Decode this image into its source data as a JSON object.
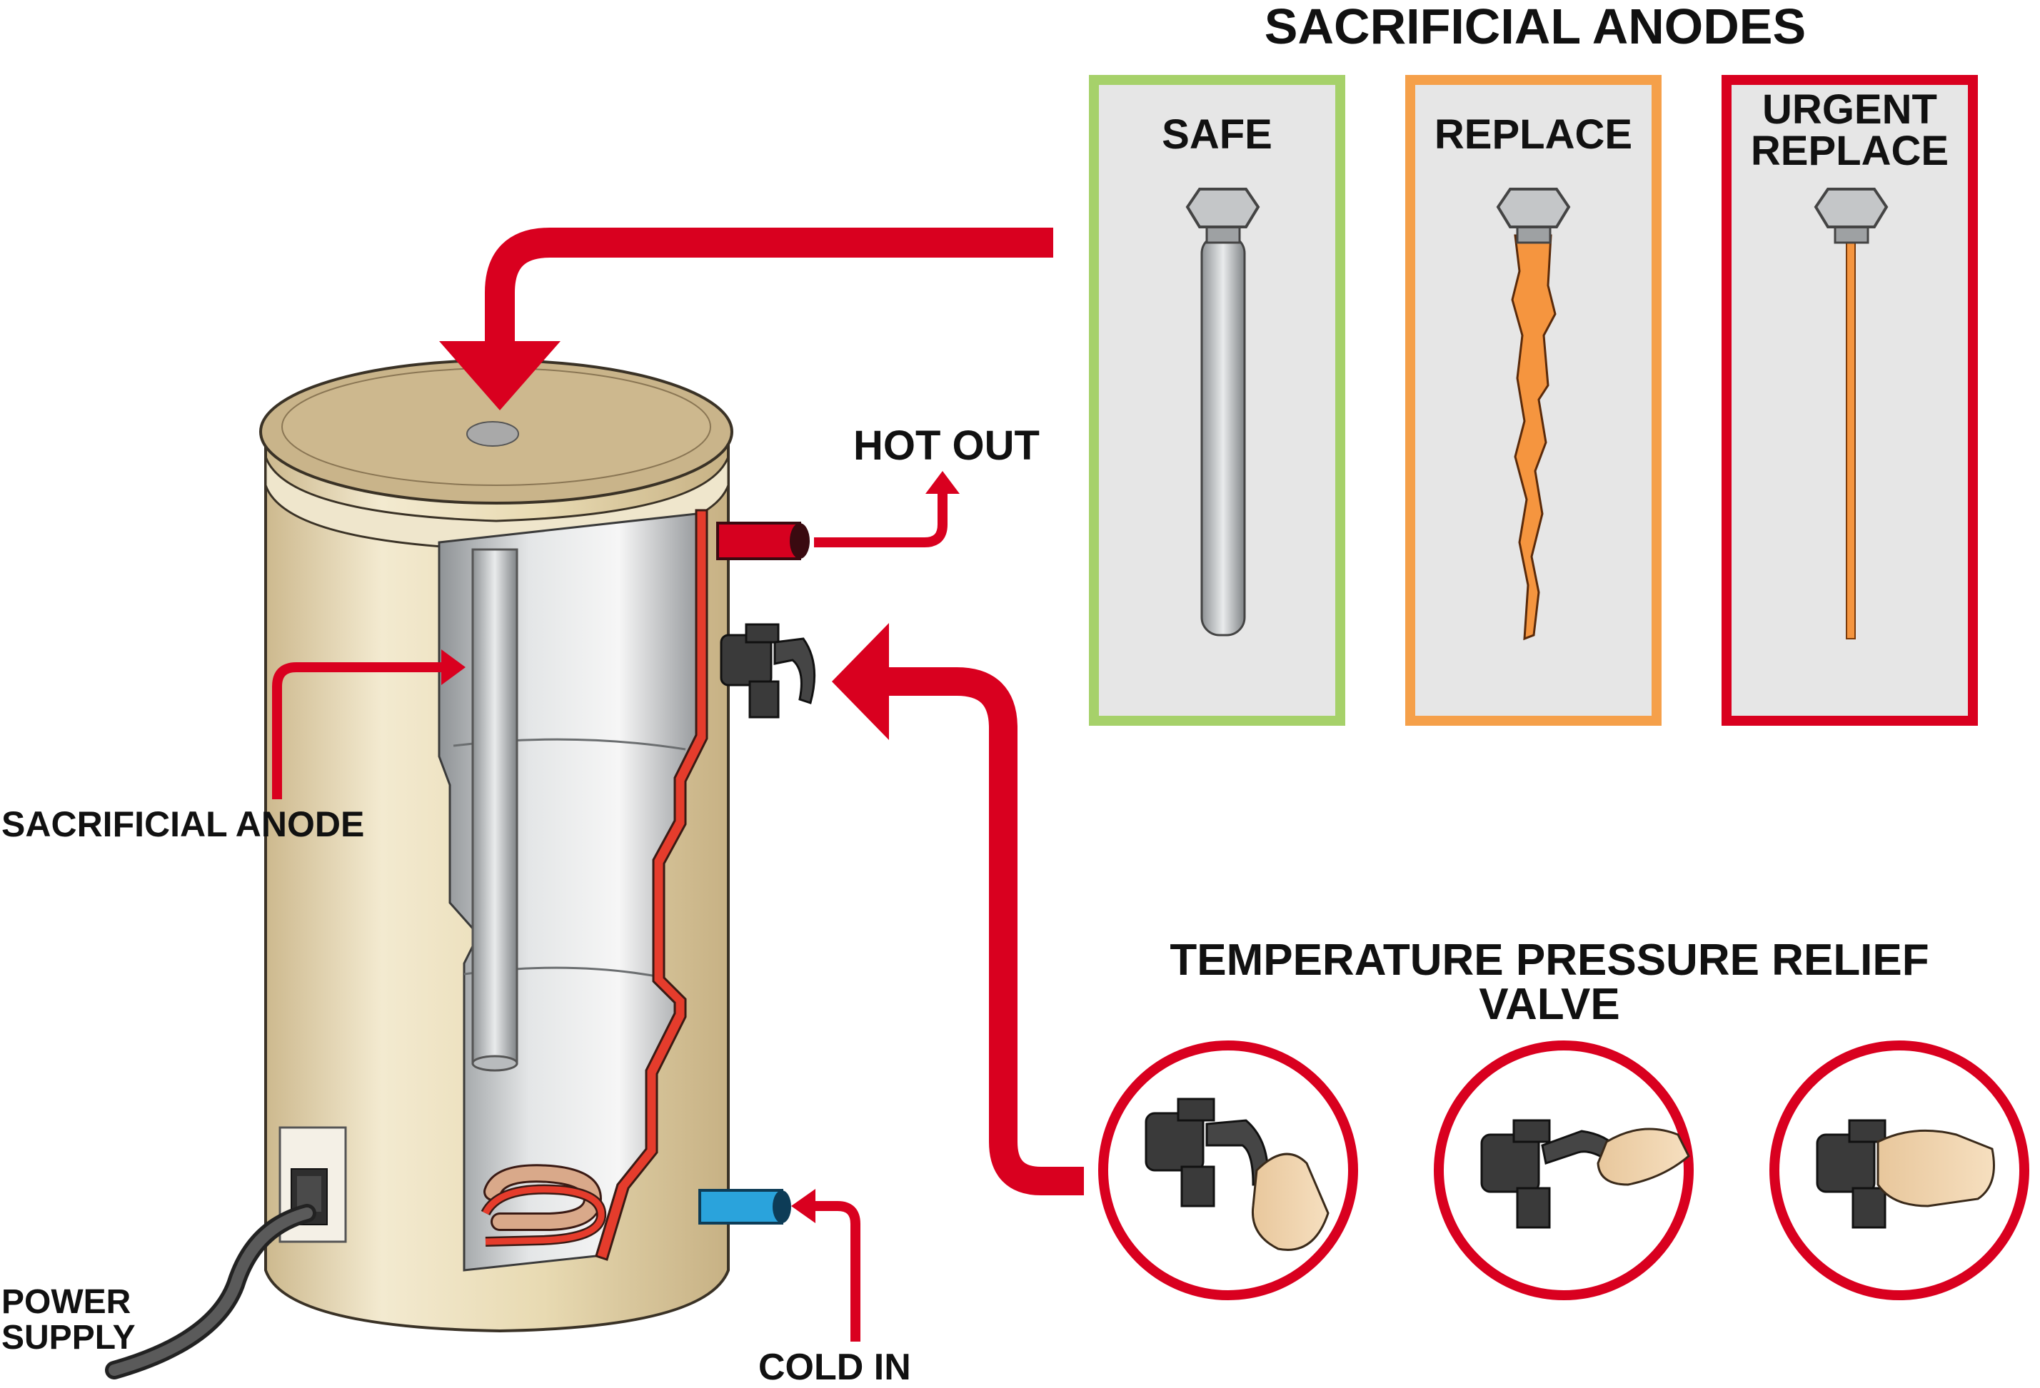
{
  "title": "SACRIFICIAL ANODES",
  "anode_panels": [
    {
      "label_lines": [
        "SAFE"
      ],
      "status": "safe",
      "border_color": "#a6d16a"
    },
    {
      "label_lines": [
        "REPLACE"
      ],
      "status": "replace",
      "border_color": "#f5a04a"
    },
    {
      "label_lines": [
        "URGENT",
        "REPLACE"
      ],
      "status": "urgent",
      "border_color": "#d9001f"
    }
  ],
  "heater_labels": {
    "hot_out": "HOT OUT",
    "cold_in": "COLD IN",
    "sacrificial_anode": "SACRIFICIAL ANODE",
    "power_supply_lines": [
      "POWER",
      "SUPPLY"
    ]
  },
  "valve_section": {
    "title_lines": [
      "TEMPERATURE PRESSURE RELIEF",
      "VALVE"
    ]
  },
  "colors": {
    "arrow_red": "#d9001f",
    "tank_cream": "#e9dcb8",
    "tank_lid": "#c9b48a",
    "panel_bg": "#e6e6e6",
    "rust_orange": "#f5953f",
    "cold_blue": "#2aa3dc",
    "valve_dark": "#3a3a3a"
  }
}
